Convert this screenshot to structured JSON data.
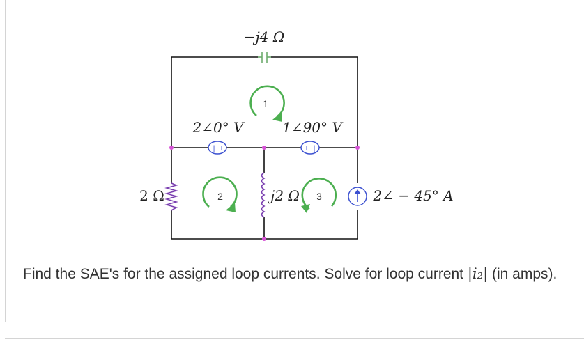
{
  "circuit": {
    "capacitor_label": "−j4 Ω",
    "resistor_label": "2 Ω",
    "inductor_label": "j2 Ω",
    "source_left_label": "2∠0° V",
    "source_right_label": "1∠90° V",
    "current_source_label": "2∠ − 45° A",
    "loop1": "1",
    "loop2": "2",
    "loop3": "3",
    "plus": "+",
    "minus": "|"
  },
  "question": {
    "text_before": "Find the SAE's for the assigned loop currents. Solve for loop current ",
    "math": "|i₂|",
    "text_after": " (in amps)."
  },
  "colors": {
    "wire": "#111111",
    "node": "#d653d6",
    "loop_arrow": "#4caf50",
    "source": "#3a4fd0"
  }
}
